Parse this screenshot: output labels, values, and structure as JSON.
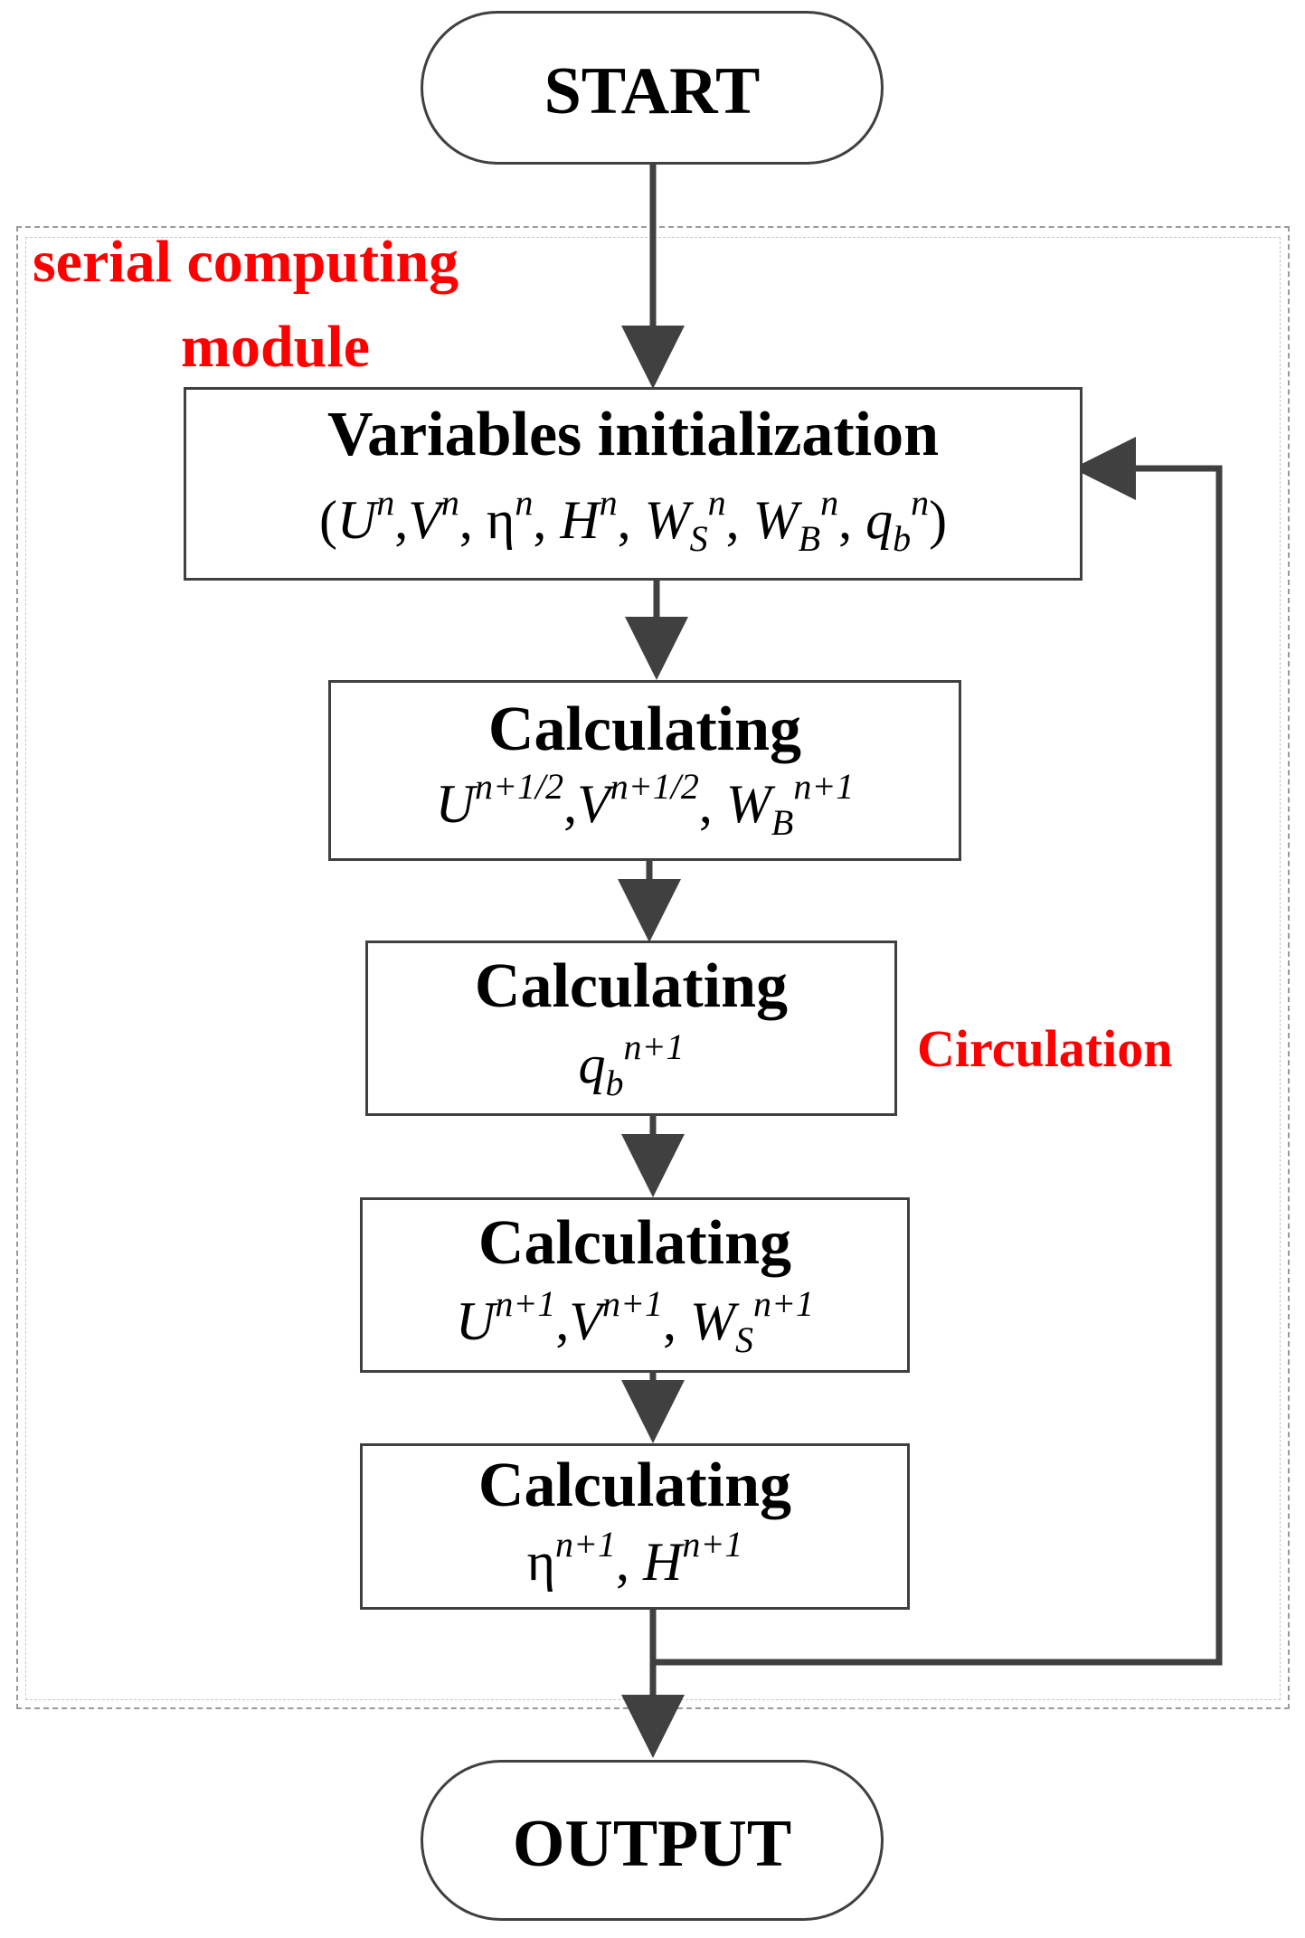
{
  "colors": {
    "stroke": "#404040",
    "accent_label": "#ff0000",
    "frame": "#9a9a9a"
  },
  "start": {
    "label": "START"
  },
  "output": {
    "label": "OUTPUT"
  },
  "module": {
    "label_line1": "serial computing",
    "label_line2": "module"
  },
  "circulation": {
    "label": "Circulation"
  },
  "steps": [
    {
      "title": "Variables initialization",
      "variables": [
        "U^n",
        "V^n",
        "η^n",
        "H^n",
        "W_S^n",
        "W_B^n",
        "q_b^n"
      ]
    },
    {
      "title": "Calculating",
      "variables": [
        "U^{n+1/2}",
        "V^{n+1/2}",
        "W_B^{n+1}"
      ]
    },
    {
      "title": "Calculating",
      "variables": [
        "q_b^{n+1}"
      ]
    },
    {
      "title": "Calculating",
      "variables": [
        "U^{n+1}",
        "V^{n+1}",
        "W_S^{n+1}"
      ]
    },
    {
      "title": "Calculating",
      "variables": [
        "η^{n+1}",
        "H^{n+1}"
      ]
    }
  ],
  "text": {
    "open_paren": "(",
    "close_paren": ")",
    "comma": ",",
    "U": "U",
    "V": "V",
    "H": "H",
    "W": "W",
    "q": "q",
    "eta": "η",
    "n": "n",
    "n_half": "n+1/2",
    "n1": "n+1",
    "S": "S",
    "B": "B",
    "b": "b"
  }
}
